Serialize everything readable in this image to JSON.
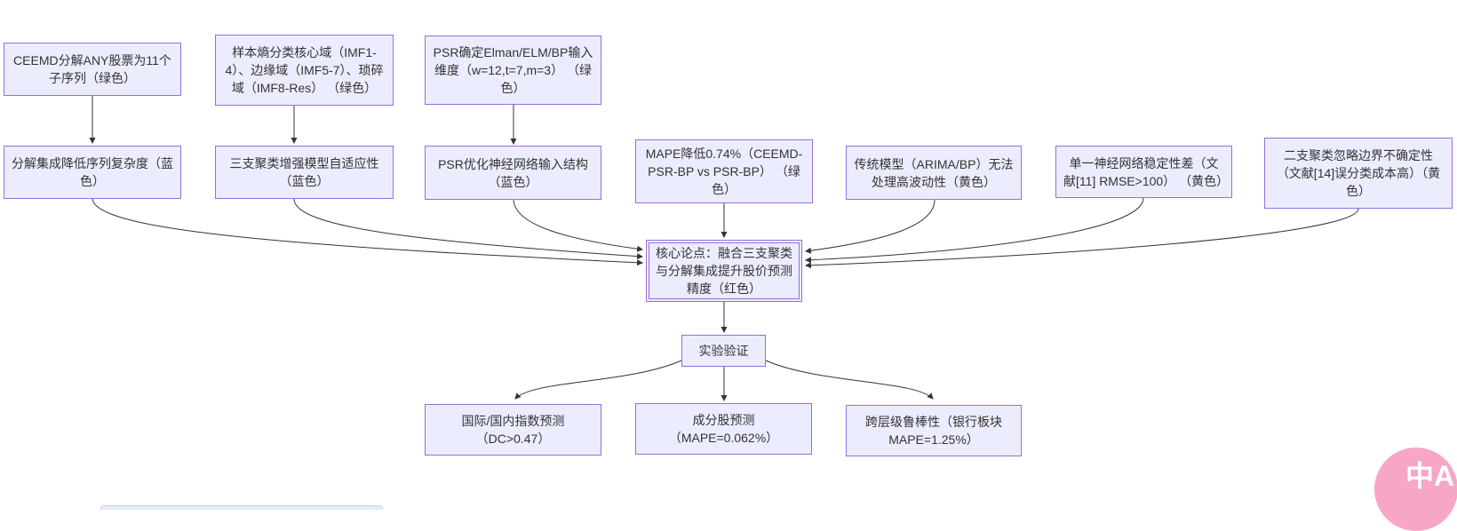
{
  "diagram": {
    "type": "flowchart",
    "direction": "top-down",
    "colors": {
      "node_fill": "#ECECFF",
      "node_border": "#9370DB",
      "edge": "#333333",
      "text": "#333333"
    },
    "nodes": [
      {
        "id": "A",
        "label": "CEEMD分解ANY股票为11个子序列（绿色）"
      },
      {
        "id": "B",
        "label": "样本熵分类核心域（IMF1-4）、边缘域（IMF5-7）、琐碎域（IMF8-Res） （绿色）"
      },
      {
        "id": "C",
        "label": "PSR确定Elman/ELM/BP输入维度（w=12,t=7,m=3） （绿色）"
      },
      {
        "id": "D",
        "label": "分解集成降低序列复杂度（蓝色）"
      },
      {
        "id": "E",
        "label": "三支聚类增强模型自适应性（蓝色）"
      },
      {
        "id": "F",
        "label": "PSR优化神经网络输入结构（蓝色）"
      },
      {
        "id": "G",
        "label": "MAPE降低0.74%（CEEMD-PSR-BP vs PSR-BP） （绿色）"
      },
      {
        "id": "H",
        "label": "传统模型（ARIMA/BP）无法处理高波动性（黄色）"
      },
      {
        "id": "I",
        "label": "单一神经网络稳定性差（文献[11] RMSE>100） （黄色）"
      },
      {
        "id": "J",
        "label": "二支聚类忽略边界不确定性（文献[14]误分类成本高）（黄色）"
      },
      {
        "id": "K",
        "label": "核心论点：融合三支聚类与分解集成提升股价预测精度（红色）"
      },
      {
        "id": "L",
        "label": "实验验证"
      },
      {
        "id": "M",
        "label": "国际/国内指数预测（DC>0.47）"
      },
      {
        "id": "N",
        "label": "成分股预测（MAPE=0.062%）"
      },
      {
        "id": "O",
        "label": "跨层级鲁棒性（银行板块MAPE=1.25%）"
      }
    ],
    "edges": [
      {
        "from": "A",
        "to": "D"
      },
      {
        "from": "B",
        "to": "E"
      },
      {
        "from": "C",
        "to": "F"
      },
      {
        "from": "D",
        "to": "K"
      },
      {
        "from": "E",
        "to": "K"
      },
      {
        "from": "F",
        "to": "K"
      },
      {
        "from": "G",
        "to": "K"
      },
      {
        "from": "H",
        "to": "K"
      },
      {
        "from": "I",
        "to": "K"
      },
      {
        "from": "J",
        "to": "K"
      },
      {
        "from": "K",
        "to": "L"
      },
      {
        "from": "L",
        "to": "M"
      },
      {
        "from": "L",
        "to": "N"
      },
      {
        "from": "L",
        "to": "O"
      }
    ]
  },
  "overlay": {
    "translate_badge_label": "中A",
    "badge_color": "#f7a6c7"
  }
}
